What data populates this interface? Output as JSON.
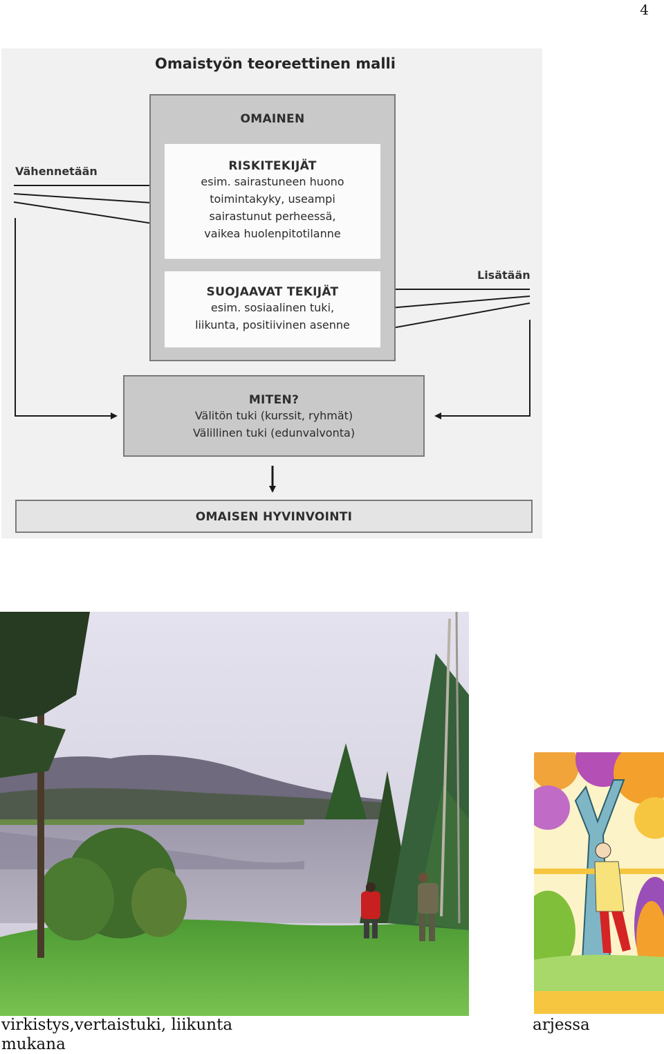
{
  "page": {
    "number": "4"
  },
  "diagram": {
    "title": "Omaistyön teoreettinen malli",
    "outer_box": {
      "title": "OMAINEN"
    },
    "risk_box": {
      "title": "RISKITEKIJÄT",
      "lines": [
        "esim. sairastuneen huono",
        "toimintakyky, useampi",
        "sairastunut perheessä,",
        "vaikea huolenpitotilanne"
      ]
    },
    "protect_box": {
      "title": "SUOJAAVAT TEKIJÄT",
      "lines": [
        "esim. sosiaalinen tuki,",
        "liikunta, positiivinen asenne"
      ]
    },
    "left_label": "Vähennetään",
    "right_label": "Lisätään",
    "how_box": {
      "title": "MITEN?",
      "lines": [
        "Välitön tuki (kurssit, ryhmät)",
        "Välillinen tuki (edunvalvonta)"
      ]
    },
    "bottom_box": {
      "title": "OMAISEN HYVINVOINTI"
    }
  },
  "captions": {
    "left_line1": "virkistys,vertaistuki, liikunta",
    "left_line2": "mukana",
    "right": "arjessa"
  },
  "colors": {
    "box_gray": "#c9c9c9",
    "box_white": "#fbfbfb",
    "arrow": "#1a1a1a",
    "sky": "#d9d5e6",
    "grass": "#5aa63a"
  }
}
